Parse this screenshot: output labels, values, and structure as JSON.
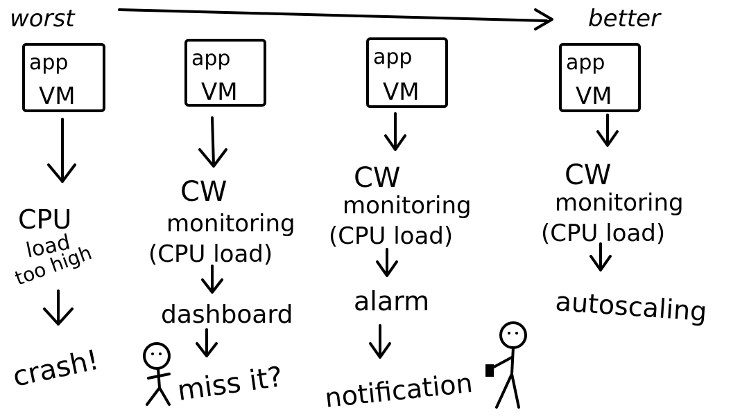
{
  "scale": {
    "left_label": "worst",
    "right_label": "better"
  },
  "columns": [
    {
      "box": {
        "top": "app",
        "bottom": "VM"
      },
      "steps": [
        "CPU",
        "load",
        "too high"
      ],
      "final": "crash!"
    },
    {
      "box": {
        "top": "app",
        "bottom": "VM"
      },
      "monitor": {
        "title": "CW",
        "line2": "monitoring",
        "line3": "(CPU load)"
      },
      "step2": "dashboard",
      "final": "miss it?"
    },
    {
      "box": {
        "top": "app",
        "bottom": "VM"
      },
      "monitor": {
        "title": "CW",
        "line2": "monitoring",
        "line3": "(CPU load)"
      },
      "step2": "alarm",
      "final": "notification"
    },
    {
      "box": {
        "top": "app",
        "bottom": "VM"
      },
      "monitor": {
        "title": "CW",
        "line2": "monitoring",
        "line3": "(CPU load)"
      },
      "step2": "autoscaling"
    }
  ]
}
